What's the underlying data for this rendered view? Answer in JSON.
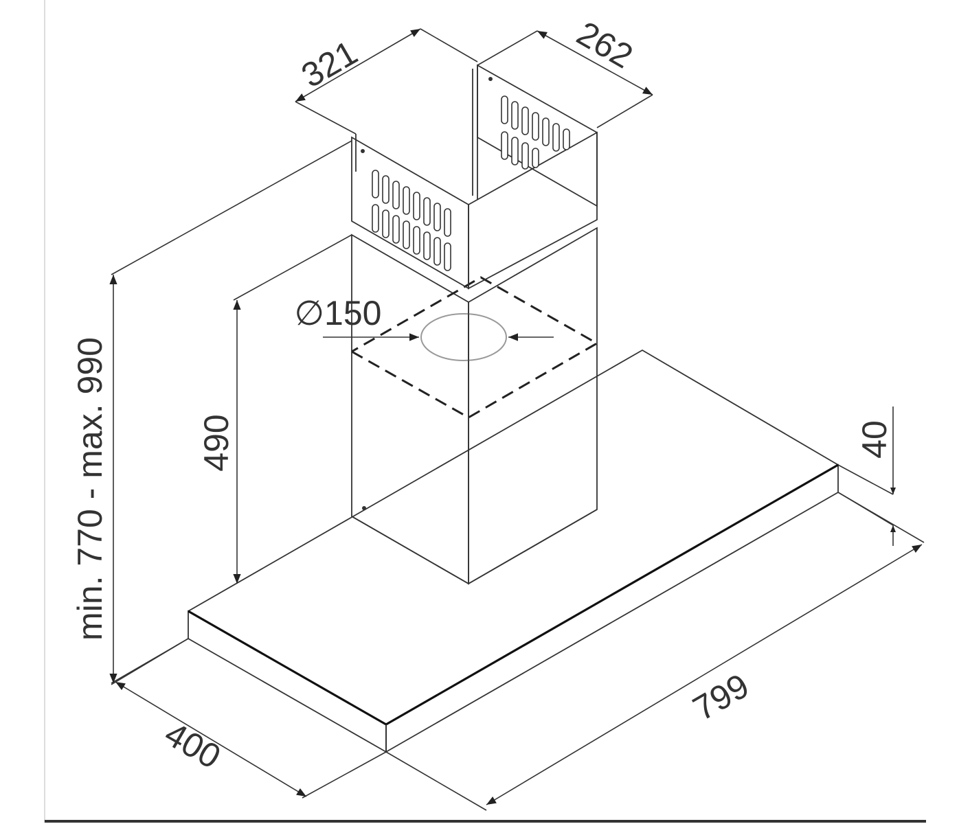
{
  "diagram": {
    "subject": "chimney-cooker-hood",
    "colors": {
      "line": "#333333",
      "background": "#ffffff",
      "duct_circle": "#999999"
    },
    "dimensions": {
      "chimney_width": "321",
      "chimney_depth": "262",
      "duct_diameter": "∅150",
      "chimney_lower_height": "490",
      "total_height": "min. 770 - max. 990",
      "canopy_thickness": "40",
      "canopy_width": "799",
      "canopy_depth": "400"
    }
  }
}
